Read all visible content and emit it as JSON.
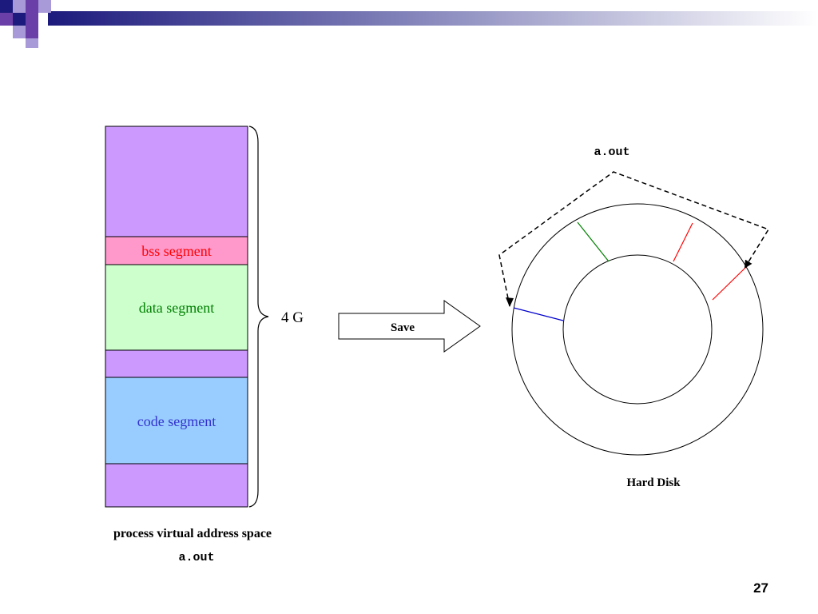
{
  "slide": {
    "number": "27"
  },
  "colors": {
    "header_dark": "#1c1a7c",
    "header_mid": "#6b3fa8",
    "header_light": "#a89ad8",
    "free_region": "#cc99ff",
    "bss": "#ff99cc",
    "data": "#ccffcc",
    "code": "#99ccff",
    "bss_text": "#ff0000",
    "data_text": "#008000",
    "code_text": "#3333cc",
    "track_green": "#008000",
    "track_red": "#ff0000",
    "track_blue": "#0000cc"
  },
  "memory": {
    "bss_label": "bss segment",
    "data_label": "data segment",
    "code_label": "code segment",
    "size_label": "4 G",
    "caption": "process virtual address space",
    "file_label": "a.out"
  },
  "arrow": {
    "label": "Save"
  },
  "disk": {
    "file_label": "a.out",
    "caption": "Hard Disk"
  }
}
